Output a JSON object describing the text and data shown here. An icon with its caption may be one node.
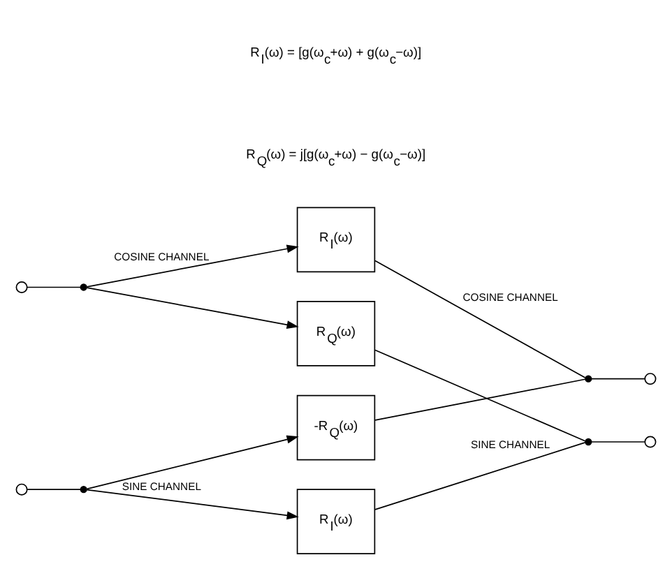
{
  "diagram": {
    "nodes": [
      {
        "text": [],
        "shape": "circle"
      },
      {
        "text": [],
        "shape": "dot"
      },
      {
        "text": [
          "R$_{I}$(ω)"
        ]
      },
      {
        "text": [
          "-R$_{Q}$(ω)"
        ]
      },
      {
        "text": [],
        "shape": "dot"
      },
      {
        "text": [],
        "shape": "circle"
      },
      {
        "text": [],
        "shape": "circle"
      },
      {
        "text": [],
        "shape": "dot"
      },
      {
        "text": [
          "R$_{Q}$(ω)"
        ]
      },
      {
        "text": [
          "R$_{I}$(ω)"
        ]
      },
      {
        "text": [],
        "shape": "dot"
      },
      {
        "text": [],
        "shape": "circle"
      }
    ],
    "edges": [
      {
        "from": 0,
        "to": 1,
        "arrow": "none"
      },
      {
        "from": 1,
        "to": 2,
        "arrow": "to",
        "label": "COSINE CHANNEL"
      },
      {
        "from": 2,
        "to": 4,
        "arrow": "none",
        "label": "COSINE CHANNEL"
      },
      {
        "from": 4,
        "to": 5,
        "arrow": "none"
      },
      {
        "from": 1,
        "to": 8,
        "arrow": "to"
      },
      {
        "from": 7,
        "to": 3,
        "arrow": "to"
      },
      {
        "from": 3,
        "to": 4,
        "arrow": "none"
      },
      {
        "from": 6,
        "to": 7,
        "arrow": "none"
      },
      {
        "from": 7,
        "to": 9,
        "arrow": "to",
        "label": "SINE CHANNEL"
      },
      {
        "from": 9,
        "to": 10,
        "arrow": "none",
        "label": "SINE CHANNEL"
      },
      {
        "from": 8,
        "to": 10,
        "arrow": "none"
      },
      {
        "from": 10,
        "to": 11,
        "arrow": "none"
      }
    ],
    "labels": [
      "R$_{I}$(ω) = [g(ω$_{c}$+ω) + g(ω$_{c}$−ω)]",
      "R$_{Q}$(ω) = j[g(ω$_{c}$+ω) − g(ω$_{c}$−ω)]"
    ]
  }
}
